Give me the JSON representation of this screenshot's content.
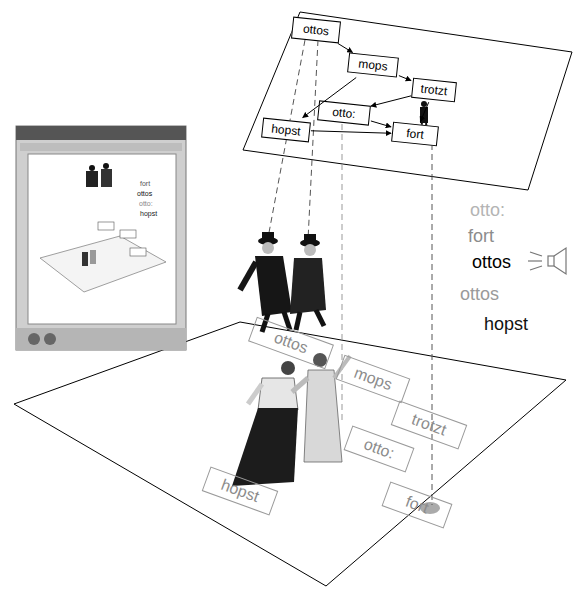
{
  "diagram": {
    "nodes": [
      {
        "text": [
          "ottos"
        ]
      },
      {
        "text": [
          "mops"
        ]
      },
      {
        "text": [
          "trotzt"
        ]
      },
      {
        "text": [
          "otto:"
        ]
      },
      {
        "text": [
          "hopst"
        ]
      },
      {
        "text": [
          "fort"
        ]
      },
      {
        "text": [
          "ottos"
        ]
      },
      {
        "text": [
          "mops"
        ]
      },
      {
        "text": [
          "trotzt"
        ]
      },
      {
        "text": [
          "otto:"
        ]
      },
      {
        "text": [
          "hopst"
        ]
      },
      {
        "text": [
          "fort"
        ]
      }
    ],
    "edges": [
      {
        "from": 0,
        "to": 1,
        "arrow": "to"
      },
      {
        "from": 1,
        "to": 2,
        "arrow": "to"
      },
      {
        "from": 2,
        "to": 3,
        "arrow": "to"
      },
      {
        "from": 3,
        "to": 5,
        "arrow": "to"
      },
      {
        "from": 2,
        "to": 5,
        "arrow": "to"
      },
      {
        "from": 1,
        "to": 4,
        "arrow": "to"
      },
      {
        "from": 4,
        "to": 5,
        "arrow": "to"
      }
    ],
    "labels": [
      "otto:",
      "fort",
      "ottos",
      "ottos",
      "hopst",
      "fort",
      "ottos",
      "otto:",
      "hopst"
    ]
  }
}
